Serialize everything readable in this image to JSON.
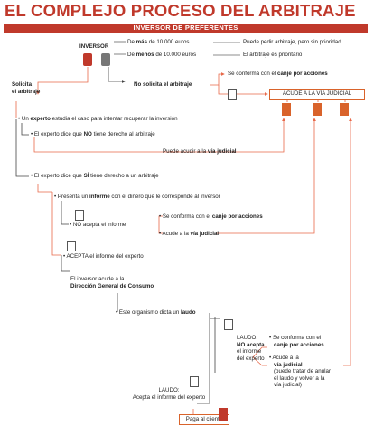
{
  "title": "EL COMPLEJO PROCESO DEL ARBITRAJE",
  "subtitle": "INVERSOR DE PREFERENTES",
  "inversor": "INVERSOR",
  "rule_more": {
    "pre": "De ",
    "bold": "más",
    "post": " de 10.000 euros",
    "note": "Puede pedir arbitraje, pero sin prioridad"
  },
  "rule_less": {
    "pre": "De ",
    "bold": "menos",
    "post": " de 10.000 euros",
    "note": "El arbitraje es prioritario"
  },
  "solicita": [
    "Solicita",
    "el arbitraje"
  ],
  "no_solicita": "No solicita el arbitraje",
  "conforma_top": {
    "pre": "Se conforma con el ",
    "bold": "canje por acciones"
  },
  "acude_box": "ACUDE A LA VÍA JUDICIAL",
  "experto_estudia": {
    "pre": "Un ",
    "bold": "experto",
    "post": " estudia el caso para intentar recuperar la inversión"
  },
  "experto_no": {
    "pre": "El experto dice que ",
    "bold": "NO",
    "post": " tiene derecho al arbitraje"
  },
  "acudir_via": {
    "pre": "Puede acudir a la ",
    "bold": "vía judicial"
  },
  "experto_si": {
    "pre": "El  experto dice que ",
    "bold": "SÍ",
    "post": " tiene derecho a un arbitraje"
  },
  "informe": {
    "pre": "Presenta un ",
    "bold": "informe",
    "post": " con el dinero que le corresponde al inversor"
  },
  "no_acepta": "NO acepta el informe",
  "se_conforma_mid": {
    "pre": "Se conforma con el ",
    "bold": "canje por acciones"
  },
  "acude_mid": {
    "pre": "Acude a la ",
    "bold": "vía judicial"
  },
  "acepta": "ACEPTA el informe del experto",
  "inversor_acude": "El inversor acude a la",
  "direccion": "Dirección General de Consumo",
  "laudo_line": {
    "pre": "Este organismo dicta un ",
    "bold": "laudo"
  },
  "laudo_no": [
    "LAUDO:",
    "NO acepta",
    "el informe",
    "del experto"
  ],
  "conforma_right": [
    "Se conforma con el",
    "canje por acciones"
  ],
  "acude_right": [
    "Acude a la",
    "vía judicial",
    "(puede tratar de anular",
    "el laudo y volver a la",
    "vía judicial)"
  ],
  "laudo_si": [
    "LAUDO:",
    "Acepta el informe del experto"
  ],
  "paga": "Paga al cliente",
  "colors": {
    "accent": "#c0392b",
    "line": "#e8694a"
  }
}
